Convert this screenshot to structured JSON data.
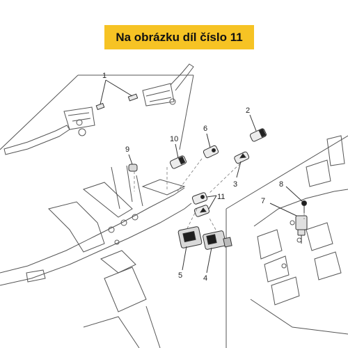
{
  "banner": {
    "text": "Na obrázku díl číslo 11",
    "color": "#f6c324"
  },
  "callouts": {
    "c1": "1",
    "c2": "2",
    "c3": "3",
    "c4": "4",
    "c5": "5",
    "c6": "6",
    "c7": "7",
    "c8": "8",
    "c9": "9",
    "c10": "10",
    "c11": "11"
  }
}
